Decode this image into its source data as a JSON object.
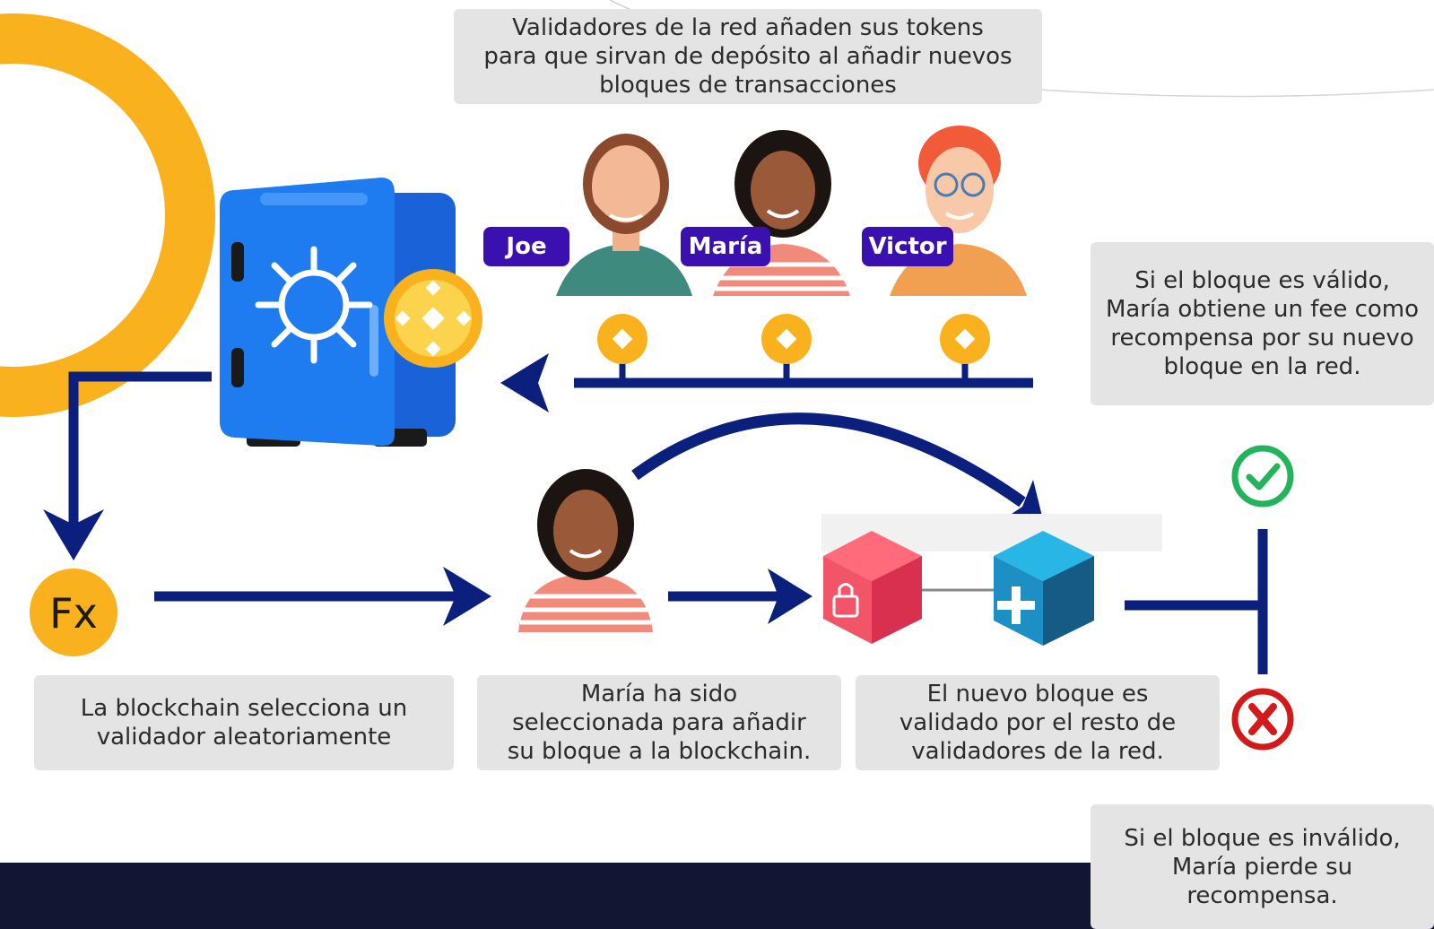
{
  "captions": {
    "top": [
      "Validadores de la red añaden sus tokens",
      "para que sirvan de depósito al añadir nuevos",
      "bloques de transacciones"
    ],
    "valid": [
      "Si el bloque es válido,",
      "María obtiene un fee como",
      "recompensa por su nuevo",
      "bloque en la red."
    ],
    "invalid": [
      "Si el bloque es inválido,",
      "María pierde su",
      "recompensa."
    ],
    "step1": [
      "La blockchain selecciona un",
      "validador aleatoriamente"
    ],
    "step2": [
      "María ha sido",
      "seleccionada para añadir",
      "su bloque a la blockchain."
    ],
    "step3": [
      "El nuevo bloque es",
      "validado por el resto de",
      "validadores de la red."
    ]
  },
  "validators": [
    "Joe",
    "María",
    "Victor"
  ],
  "function_badge": "Fx",
  "colors": {
    "arrow": "#0b1f7c",
    "accent_yellow": "#f9b21d",
    "safe_blue": "#1e6fe8",
    "name_tag": "#3a10b0",
    "valid_green": "#23b35a",
    "invalid_red": "#d21a1a",
    "footer": "#121632"
  },
  "icons": {
    "safe": "vault-safe-icon",
    "coin": "bnb-coin-icon",
    "locked_block": "locked-block-icon",
    "new_block": "plus-block-icon",
    "valid": "check-circle-icon",
    "invalid": "x-circle-icon"
  }
}
